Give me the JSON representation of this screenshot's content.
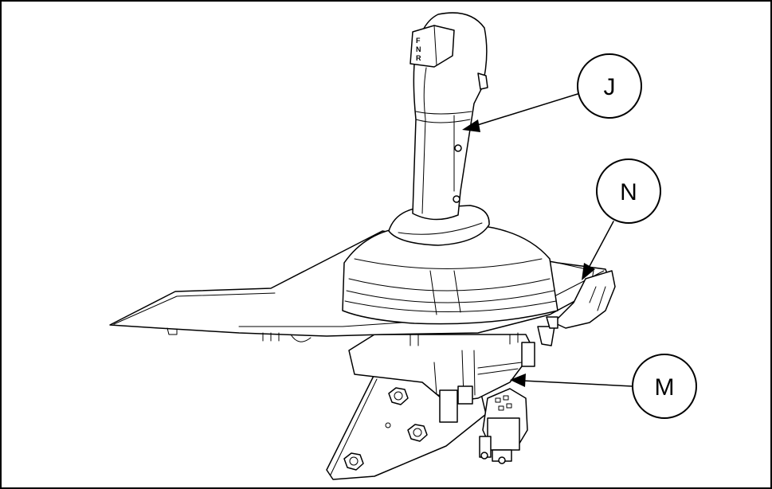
{
  "callouts": [
    {
      "letter": "J"
    },
    {
      "letter": "N"
    },
    {
      "letter": "M"
    }
  ],
  "knob_legend": [
    "F",
    "N",
    "R"
  ],
  "colors": {
    "line": "#000000",
    "background": "#ffffff"
  }
}
